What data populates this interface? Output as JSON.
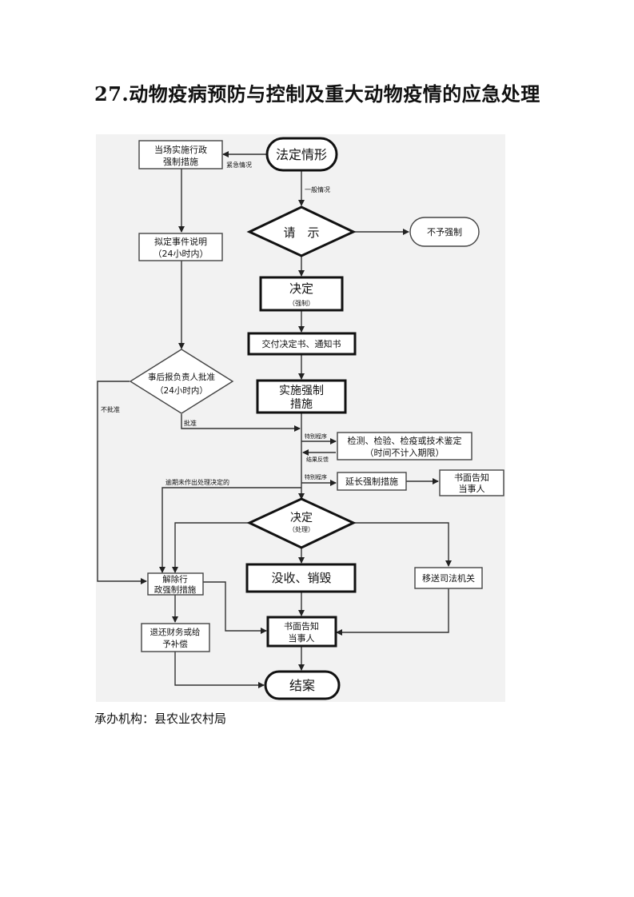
{
  "title": "27.动物疫病预防与控制及重大动物疫情的应急处理",
  "footer": "承办机构：县农业农村局",
  "nodes": {
    "legal_case": "法定情形",
    "onsite_line1": "当场实施行政",
    "onsite_line2": "强制措施",
    "draft_line1": "拟定事件说明",
    "draft_line2": "（24小时内）",
    "approval_line1": "事后报负责人批准",
    "approval_line2": "（24小时内）",
    "request": "请　示",
    "no_enforce": "不予强制",
    "decision": "决定",
    "decision_sub": "（强制）",
    "deliver": "交付决定书、通知书",
    "implement_line1": "实施强制",
    "implement_line2": "措施",
    "test_line1": "检测、检验、检疫或技术鉴定",
    "test_line2": "（时间不计入期限）",
    "extend": "延长强制措施",
    "notify_line1": "书面告知",
    "notify_line2": "当事人",
    "decision2": "决定",
    "decision2_sub": "（处理）",
    "lift_line1": "解除行",
    "lift_line2": "政强制措施",
    "confiscate": "没收、销毁",
    "transfer": "移送司法机关",
    "refund_line1": "退还财务或给",
    "refund_line2": "予补偿",
    "notify2_line1": "书面告知",
    "notify2_line2": "当事人",
    "close": "结案"
  },
  "labels": {
    "urgent": "紧急情况",
    "general": "一般情况",
    "not_approved": "不批准",
    "approved": "批准",
    "special1": "特别程序",
    "feedback": "结果反馈",
    "special2": "特别程序",
    "overdue": "逾期未作出处理决定的"
  }
}
